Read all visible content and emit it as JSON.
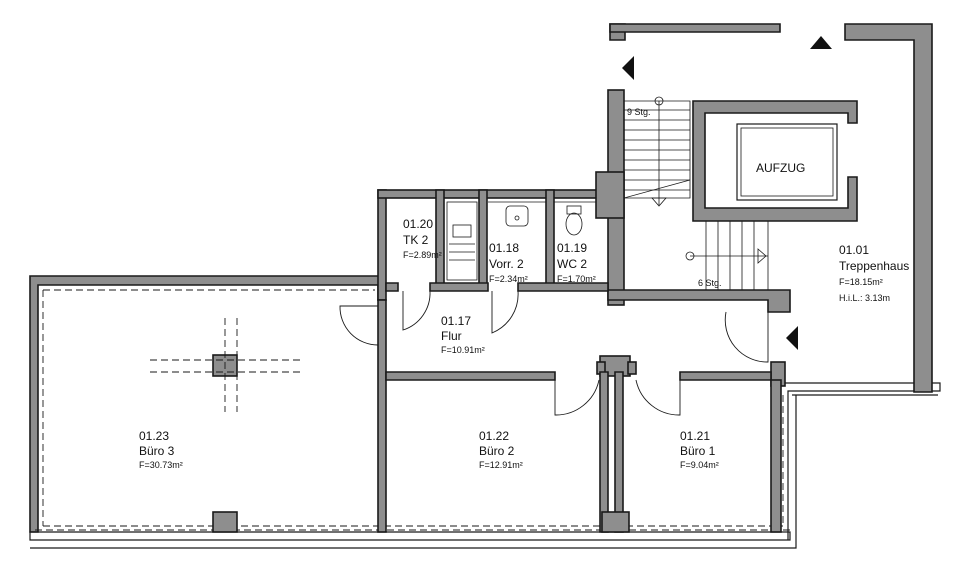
{
  "rooms": {
    "treppenhaus": {
      "number": "01.01",
      "name": "Treppenhaus",
      "area": "F=18.15m²",
      "height": "H.i.L.: 3.13m"
    },
    "flur": {
      "number": "01.17",
      "name": "Flur",
      "area": "F=10.91m²"
    },
    "vorr2": {
      "number": "01.18",
      "name": "Vorr. 2",
      "area": "F=2.34m²"
    },
    "wc2": {
      "number": "01.19",
      "name": "WC 2",
      "area": "F=1.70m²"
    },
    "tk2": {
      "number": "01.20",
      "name": "TK 2",
      "area": "F=2.89m²"
    },
    "buero1": {
      "number": "01.21",
      "name": "Büro 1",
      "area": "F=9.04m²"
    },
    "buero2": {
      "number": "01.22",
      "name": "Büro 2",
      "area": "F=12.91m²"
    },
    "buero3": {
      "number": "01.23",
      "name": "Büro 3",
      "area": "F=30.73m²"
    }
  },
  "elevator": {
    "label": "AUFZUG"
  },
  "stairs": {
    "upper": "9 Stg.",
    "lower": "6 Stg."
  },
  "colors": {
    "wall_fill": "#8e8e8e",
    "line": "#1a1a1a",
    "background": "#ffffff"
  }
}
